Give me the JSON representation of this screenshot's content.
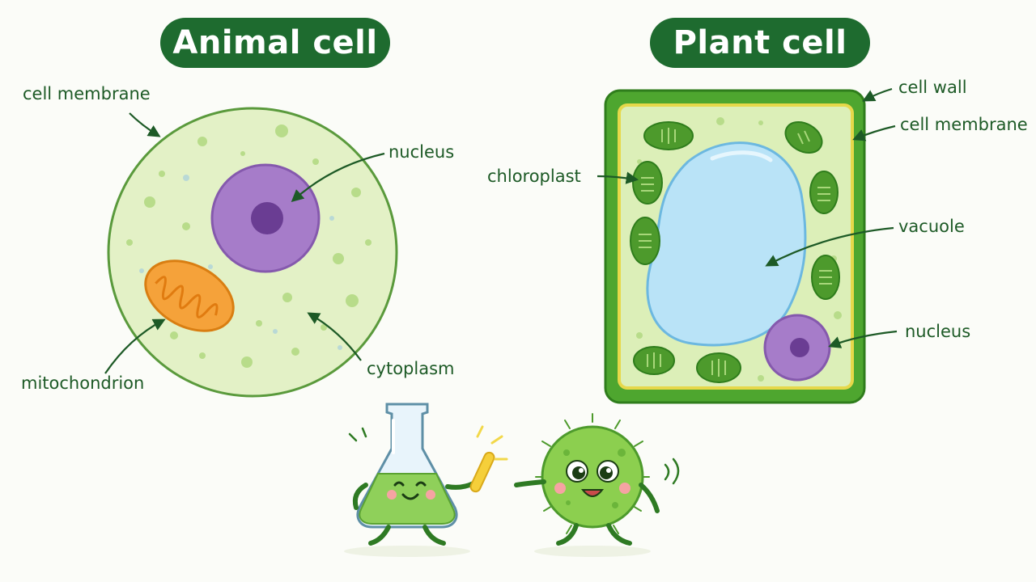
{
  "titles": {
    "animal": "Animal cell",
    "plant": "Plant cell"
  },
  "animal_labels": {
    "cell_membrane": "cell membrane",
    "nucleus": "nucleus",
    "mitochondrion": "mitochondrion",
    "cytoplasm": "cytoplasm"
  },
  "plant_labels": {
    "cell_wall": "cell wall",
    "cell_membrane": "cell membrane",
    "chloroplast": "chloroplast",
    "vacuole": "vacuole",
    "nucleus": "nucleus"
  },
  "colors": {
    "title_bg": "#1e6b2f",
    "label_text": "#1d5a26",
    "cytoplasm": "#e3f1c6",
    "membrane": "#5a9a3c",
    "nucleus": "#a67cc9",
    "nucleolus": "#6a3d93",
    "mitochondrion": "#f39a2a",
    "cell_wall": "#4ea62f",
    "chloroplast": "#4d9a2c",
    "vacuole": "#b9e3f7"
  }
}
